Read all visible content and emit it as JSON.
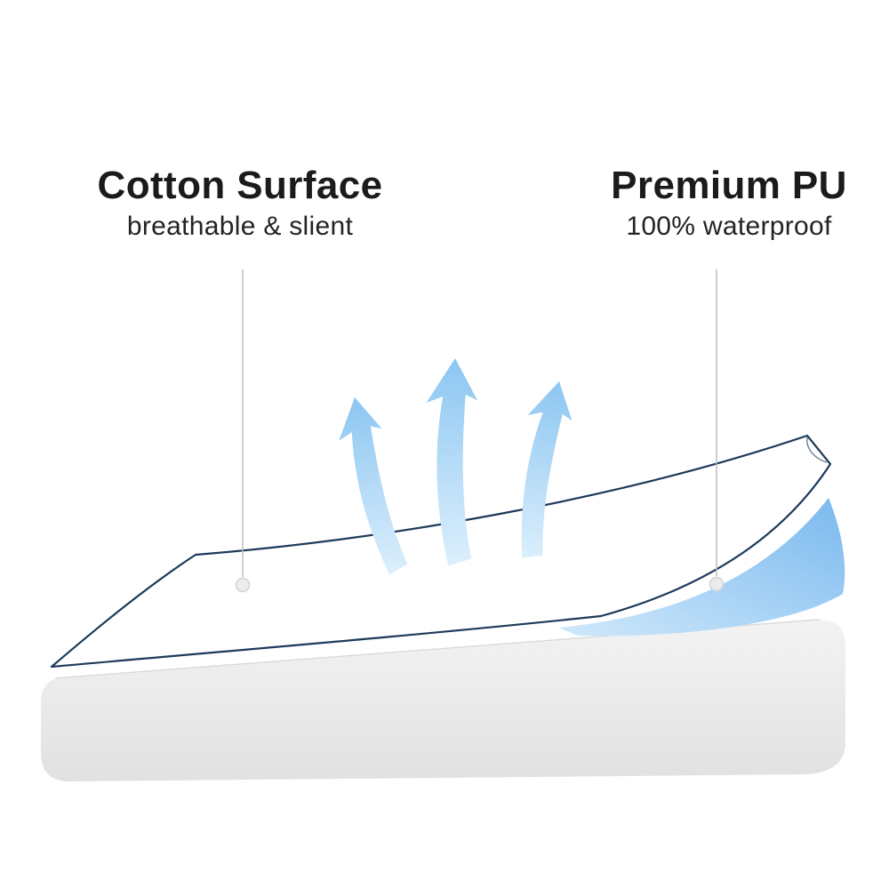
{
  "callouts": {
    "cotton": {
      "title": "Cotton Surface",
      "subtitle": "breathable & slient"
    },
    "premium": {
      "title": "Premium PU",
      "subtitle": "100% waterproof"
    }
  },
  "colors": {
    "text_primary": "#1b1b1e",
    "sheet_outline_navy": "#1d3a5a",
    "sheet_fill": "#ffffff",
    "arrow_blue_top": "#8cc6f2",
    "arrow_blue_bottom": "#dceffc",
    "waterproof_blue_deep": "#7ab9ee",
    "waterproof_blue_pale": "#cfe8fb",
    "mattress_gray_top": "#f3f3f3",
    "mattress_gray_bottom": "#e1e1e1",
    "mattress_edge_line": "#d9d9d9",
    "callout_line_gray": "#bdbdbd",
    "callout_dot_fill": "#ececec",
    "callout_dot_stroke": "#d2d2d2"
  }
}
